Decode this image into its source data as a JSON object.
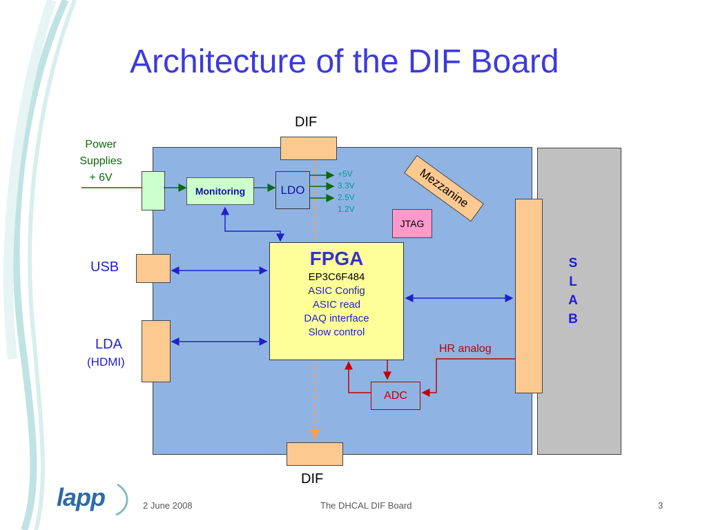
{
  "slide": {
    "title": "Architecture of the DIF Board",
    "footer": {
      "date": "2 June 2008",
      "center": "The DHCAL DIF Board",
      "page": "3"
    },
    "logo_text": "lapp"
  },
  "diagram": {
    "dif_top": "DIF",
    "dif_bottom": "DIF",
    "power": [
      "Power",
      "Supplies",
      "+ 6V"
    ],
    "usb": "USB",
    "lda": "LDA",
    "lda_sub": "(HDMI)",
    "monitoring": "Monitoring",
    "ldo": "LDO",
    "voltages": [
      "+5V",
      "3.3V",
      "2.5V",
      "1.2V"
    ],
    "mezzanine": "Mezzanine",
    "jtag": "JTAG",
    "fpga": {
      "title": "FPGA",
      "lines": [
        "EP3C6F484",
        "ASIC Config",
        "ASIC read",
        "DAQ interface",
        "Slow control"
      ]
    },
    "hr_analog": "HR analog",
    "adc": "ADC",
    "slab": [
      "S",
      "L",
      "A",
      "B"
    ]
  },
  "colors": {
    "board": "#8fb4e3",
    "slab": "#c0c0c0",
    "connector": "#fcc991",
    "fpga": "#ffff99",
    "title": "#3b3bdc",
    "accent_red": "#c00000",
    "accent_blue": "#2020cc"
  }
}
